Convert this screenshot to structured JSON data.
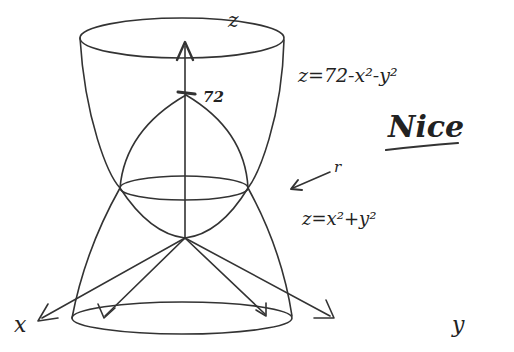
{
  "diagram": {
    "labels": [
      "z",
      "72",
      "z=72-x²-y²",
      "Nice",
      "r",
      "z=x²+y²",
      "x",
      "y"
    ]
  }
}
